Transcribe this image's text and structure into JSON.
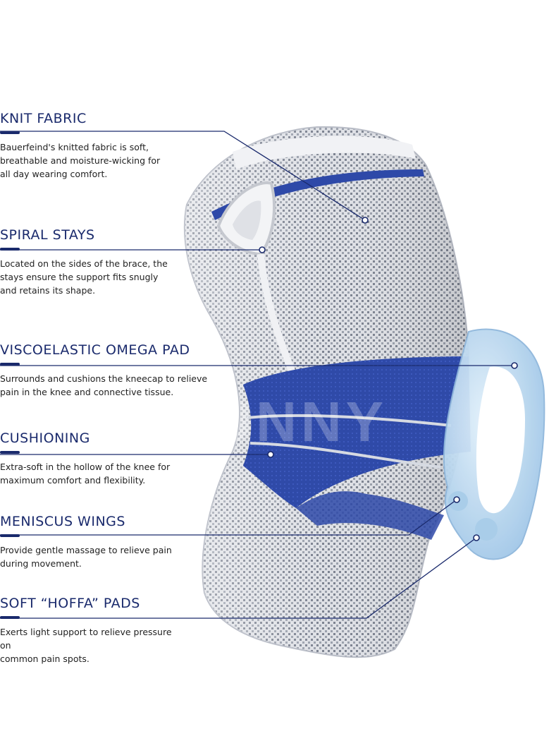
{
  "features": [
    {
      "title": "KNIT FABRIC",
      "description": "Bauerfeind's knitted fabric is soft, breathable and moisture-wicking for all day wearing comfort.",
      "lines": [
        "Bauerfeind's knitted fabric is soft,",
        "breathable and moisture-wicking for",
        "all day wearing comfort."
      ]
    },
    {
      "title": "SPIRAL STAYS",
      "description": "Located on the sides of the brace, the stays ensure the support fits snugly and retains its shape.",
      "lines": [
        "Located on the sides of the brace, the",
        "stays ensure the support fits snugly",
        "and retains its shape."
      ]
    },
    {
      "title": "VISCOELASTIC OMEGA PAD",
      "description": "Surrounds and cushions the kneecap to relieve pain in the knee and connective tissue.",
      "lines": [
        "Surrounds and cushions the kneecap to relieve",
        "pain in the knee and connective tissue."
      ]
    },
    {
      "title": "CUSHIONING",
      "description": "Extra-soft in the hollow of the knee for maximum comfort and flexibility.",
      "lines": [
        "Extra-soft in the hollow of the knee for",
        "maximum comfort and flexibility."
      ]
    },
    {
      "title": "MENISCUS WINGS",
      "description": "Provide gentle massage to relieve pain during movement.",
      "lines": [
        "Provide gentle massage to relieve pain",
        "during movement."
      ]
    },
    {
      "title": "SOFT “HOFFA” PADS",
      "description": "Exerts light support to relieve pressure on common pain spots.",
      "lines": [
        "Exerts light support to relieve pressure on",
        "common pain spots."
      ]
    }
  ],
  "colors": {
    "accent": "#1a2a6c",
    "brace_blue": "#2e49a8",
    "fabric_grey": "#c9ccd3",
    "pad": "#b7d6ee"
  },
  "watermark": "SUNNY"
}
